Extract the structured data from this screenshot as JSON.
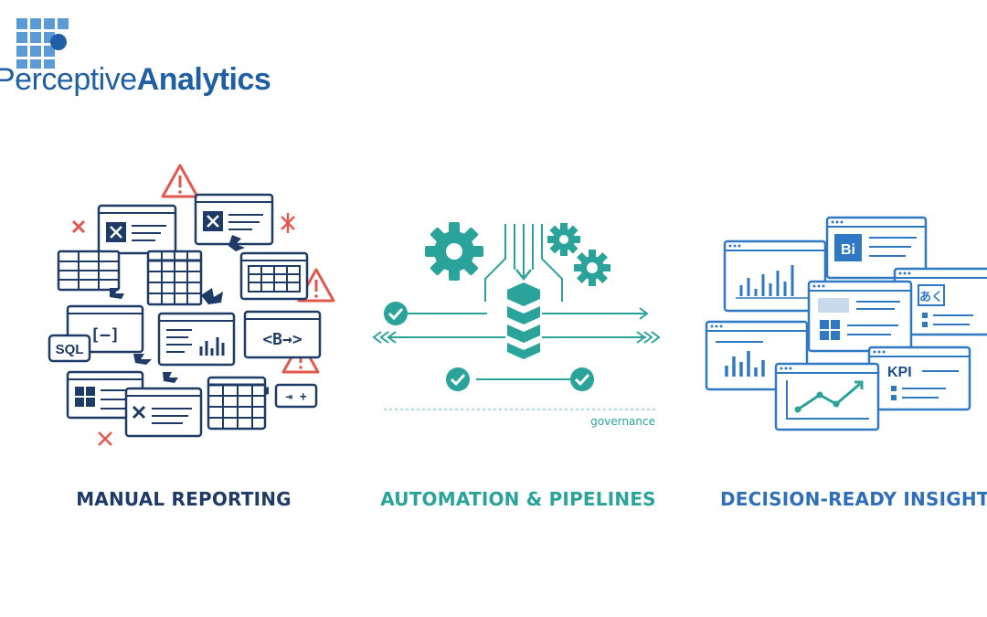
{
  "brand": {
    "word1": "Perceptive",
    "word2": "Analytics",
    "accent": "#1f5fa5",
    "dot_color": "#1f5fa5",
    "grid_color": "#5b9bd5"
  },
  "panels": {
    "manual": {
      "caption": "MANUAL REPORTING",
      "color": "#1d3b66",
      "labels": {
        "sql": "SQL",
        "code_bracket": "[—]",
        "code_b": "<B→>",
        "code_step": "⇥ +"
      },
      "icons": [
        "warning-icon",
        "broken-link-icon",
        "x-window-icon",
        "spreadsheet-icon"
      ]
    },
    "automation": {
      "caption": "AUTOMATION & PIPELINES",
      "color": "#2aa39a",
      "labels": {
        "governance": "governance"
      },
      "icons": [
        "gear-icon",
        "database-stack-icon",
        "check-circle-icon"
      ]
    },
    "insights": {
      "caption": "DECISION-READY INSIGHTS",
      "color": "#2f6fba",
      "labels": {
        "bi": "Bi",
        "kpi": "KPI",
        "jp": "あく"
      },
      "icons": [
        "bar-chart-icon",
        "line-chart-icon",
        "dashboard-icon"
      ]
    }
  }
}
